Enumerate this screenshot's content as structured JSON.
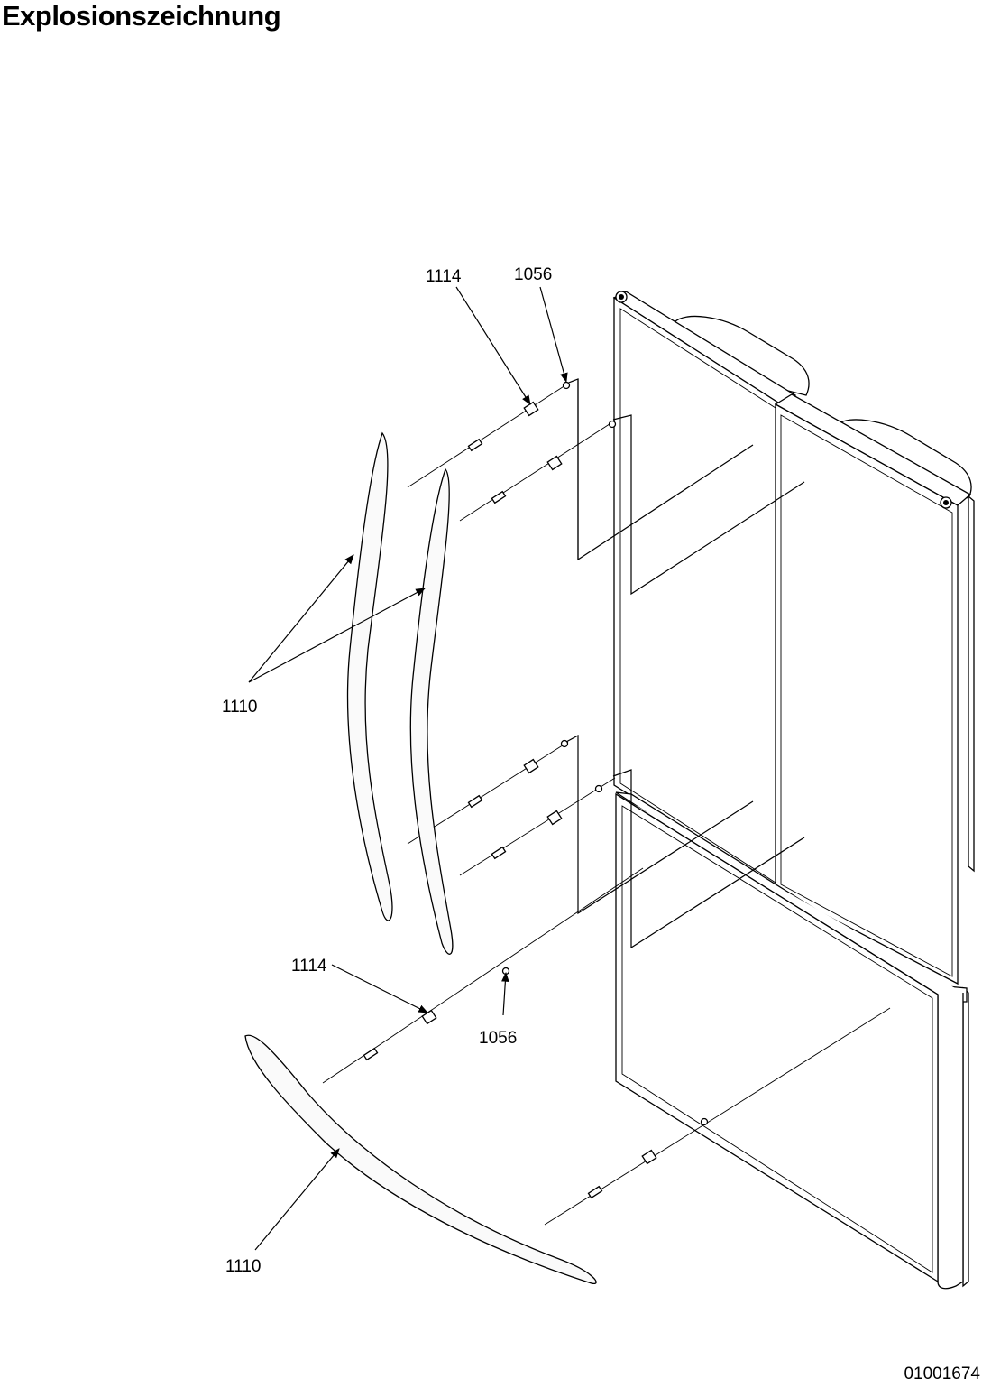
{
  "title": "Explosionszeichnung",
  "document_number": "01001674",
  "callouts": {
    "top_screw": "1114",
    "top_plug": "1056",
    "upper_handles": "1110",
    "lower_screw": "1114",
    "lower_plug": "1056",
    "lower_handle": "1110"
  }
}
